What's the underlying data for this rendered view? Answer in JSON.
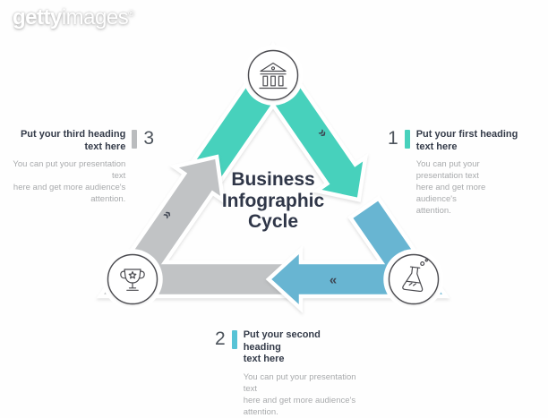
{
  "watermark": {
    "brand_bold": "getty",
    "brand_light": "images",
    "registered": "®"
  },
  "title": "Business\nInfographic\nCycle",
  "steps": [
    {
      "number": "1",
      "accent": "#47d1bc",
      "heading": "Put your first heading\ntext here",
      "body": "You can put your presentation text\nhere and get more audience's\nattention."
    },
    {
      "number": "2",
      "accent": "#57c3d6",
      "heading": "Put your second heading\ntext here",
      "body": "You can put your presentation text\nhere and get more audience's\nattention."
    },
    {
      "number": "3",
      "accent": "#babcbe",
      "heading": "Put your third heading\ntext here",
      "body": "You can put your presentation text\nhere and get more audience's\nattention."
    }
  ],
  "arrows": [
    {
      "name": "teal-arrow-top-right",
      "color": "#47d1bc",
      "chevron": "»"
    },
    {
      "name": "gray-arrow-left",
      "color": "#c1c3c5",
      "chevron": "»"
    },
    {
      "name": "blue-arrow-bottom",
      "color": "#68b5d2",
      "chevron": "«"
    }
  ],
  "nodes": [
    {
      "icon": "bank-icon",
      "position": "top"
    },
    {
      "icon": "trophy-icon",
      "position": "bottom-left"
    },
    {
      "icon": "flask-icon",
      "position": "bottom-right"
    }
  ],
  "colors": {
    "background": "#fefefe",
    "title_text": "#2f3648",
    "heading_text": "#343b49",
    "body_text": "#a8aaac",
    "number_text": "#4d545c",
    "icon_stroke": "#4b4b50",
    "chevron": "#3e4552",
    "outline": "#ffffff"
  }
}
